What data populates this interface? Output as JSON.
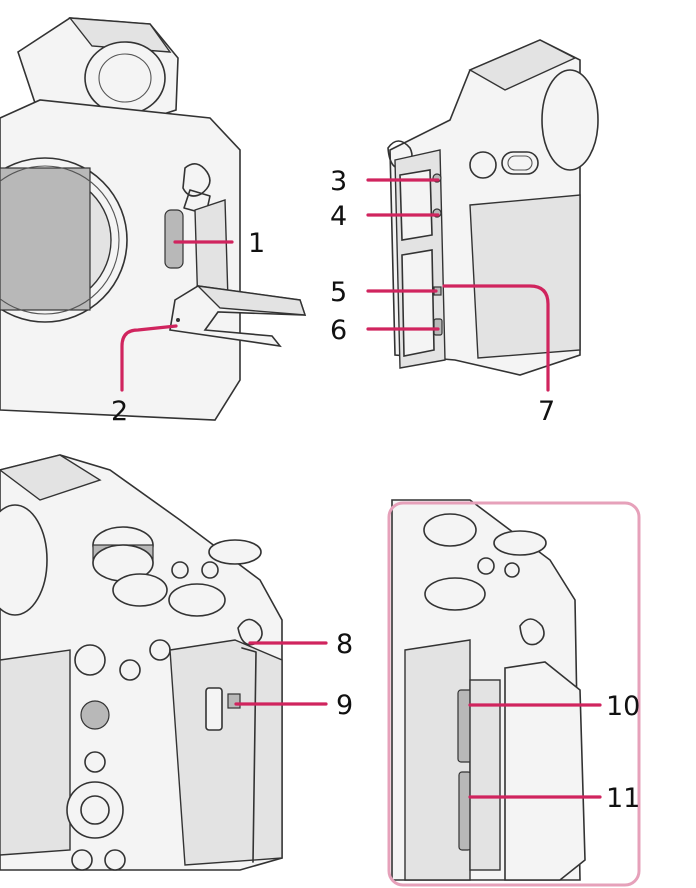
{
  "callouts": {
    "c1": "1",
    "c2": "2",
    "c3": "3",
    "c4": "4",
    "c5": "5",
    "c6": "6",
    "c7": "7",
    "c8": "8",
    "c9": "9",
    "c10": "10",
    "c11": "11"
  },
  "colors": {
    "leader_line": "#d0245e",
    "highlight_box": "#e6a1ba",
    "outline": "#333333"
  }
}
